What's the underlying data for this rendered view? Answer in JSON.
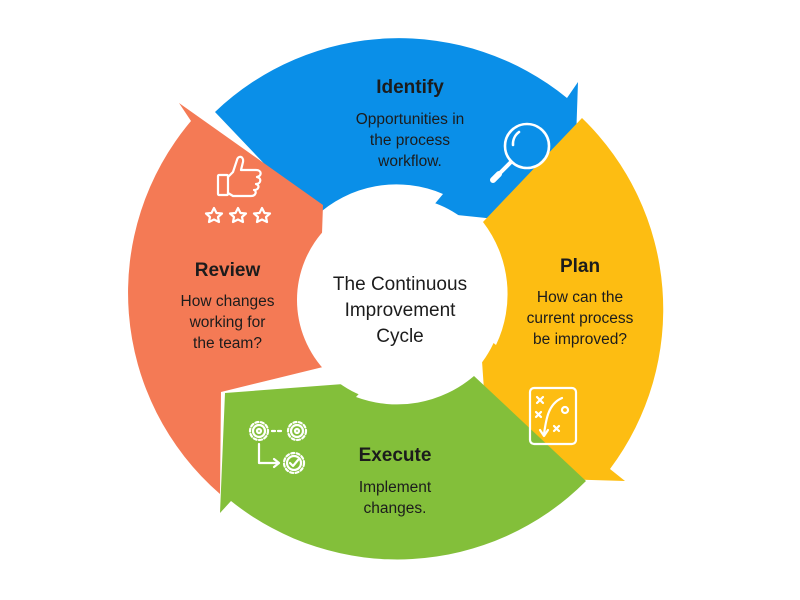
{
  "center": {
    "text": "The Continuous\nImprovement\nCycle"
  },
  "steps": [
    {
      "title": "Identify",
      "description": "Opportunities in\nthe process\nworkflow.",
      "color": "#0a8fe8",
      "icon": "magnifier-icon"
    },
    {
      "title": "Plan",
      "description": "How can the\ncurrent process\nbe improved?",
      "color": "#fdbd12",
      "icon": "strategy-board-icon"
    },
    {
      "title": "Execute",
      "description": "Implement\nchanges.",
      "color": "#83bf3a",
      "icon": "gears-process-icon"
    },
    {
      "title": "Review",
      "description": "How changes\nworking for\nthe team?",
      "color": "#f47a55",
      "icon": "thumbs-up-rating-icon"
    }
  ]
}
